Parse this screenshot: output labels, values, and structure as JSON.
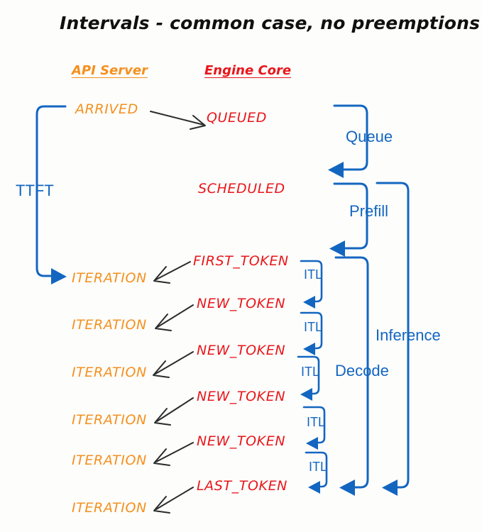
{
  "diagram": {
    "title": "Intervals - common case, no preemptions",
    "columns": [
      {
        "label": "API Server",
        "color": "#f5901e"
      },
      {
        "label": "Engine Core",
        "color": "#e8161a"
      }
    ],
    "colors": {
      "api_server": "#f5901e",
      "engine_core": "#e8161a",
      "interval": "#1366c0",
      "arrow": "#2b2b2b",
      "background": "#fdfdfc"
    },
    "api_states": [
      {
        "label": "ARRIVED"
      },
      {
        "label": "ITERATION"
      },
      {
        "label": "ITERATION"
      },
      {
        "label": "ITERATION"
      },
      {
        "label": "ITERATION"
      },
      {
        "label": "ITERATION"
      },
      {
        "label": "ITERATION"
      }
    ],
    "engine_states": [
      {
        "label": "QUEUED"
      },
      {
        "label": "SCHEDULED"
      },
      {
        "label": "FIRST_TOKEN"
      },
      {
        "label": "NEW_TOKEN"
      },
      {
        "label": "NEW_TOKEN"
      },
      {
        "label": "NEW_TOKEN"
      },
      {
        "label": "NEW_TOKEN"
      },
      {
        "label": "LAST_TOKEN"
      }
    ],
    "intervals": [
      {
        "label": "TTFT"
      },
      {
        "label": "Queue"
      },
      {
        "label": "Prefill"
      },
      {
        "label": "Inference"
      },
      {
        "label": "Decode"
      }
    ],
    "itl_labels": [
      {
        "label": "ITL"
      },
      {
        "label": "ITL"
      },
      {
        "label": "ITL"
      },
      {
        "label": "ITL"
      },
      {
        "label": "ITL"
      }
    ]
  }
}
